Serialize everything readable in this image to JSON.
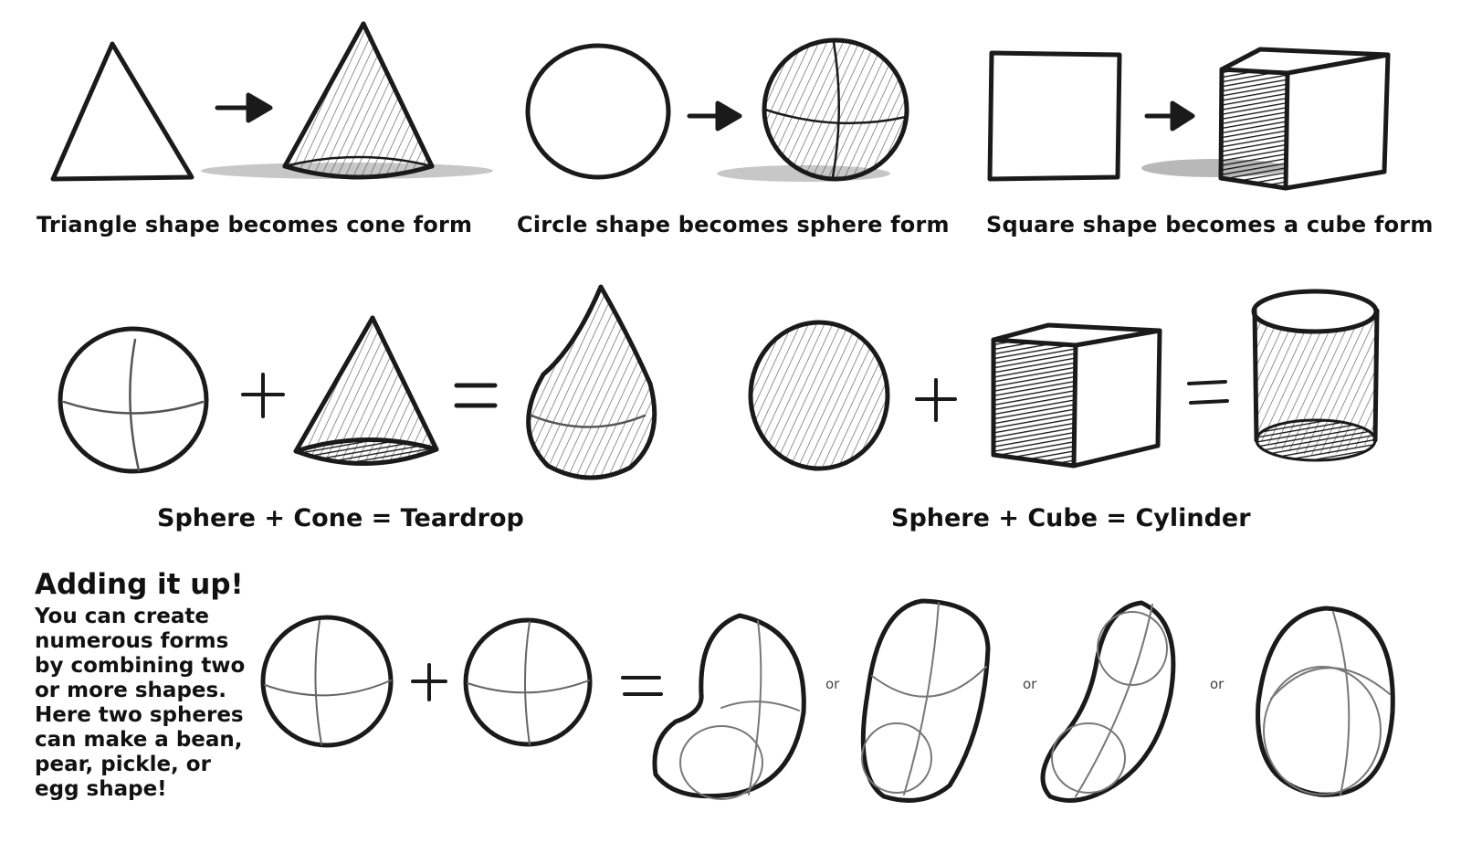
{
  "captions": {
    "cone": "Triangle shape becomes cone form",
    "sphere": "Circle shape becomes sphere form",
    "cube": "Square shape becomes a cube form",
    "teardrop": "Sphere + Cone = Teardrop",
    "cylinder": "Sphere + Cube = Cylinder"
  },
  "adding": {
    "heading": "Adding it up!",
    "body": "You can create numerous forms by combining two or more shapes. Here two spheres can make a bean, pear, pickle, or egg shape!"
  },
  "operators": {
    "or": "or"
  }
}
